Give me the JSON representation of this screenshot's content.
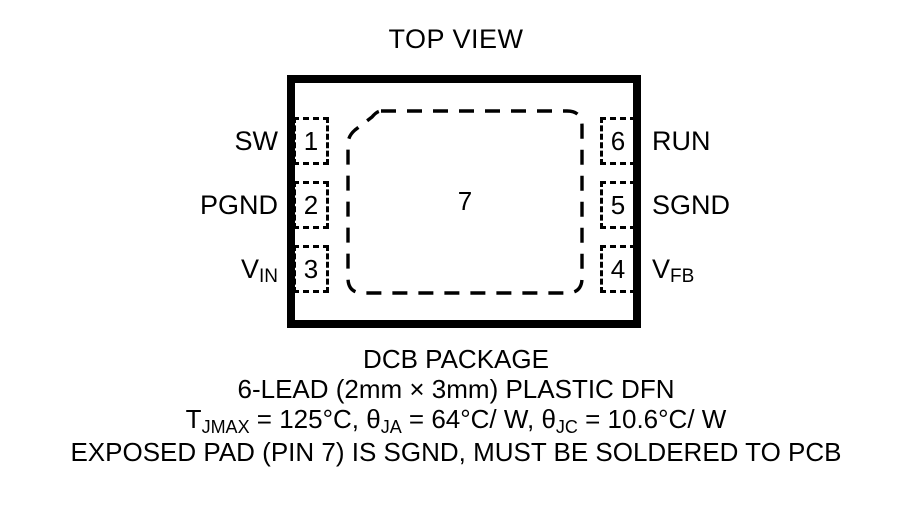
{
  "diagram": {
    "title": "TOP VIEW",
    "package_body": {
      "name": "package-outline",
      "exposed_pad": {
        "number": "7",
        "label": "7"
      }
    },
    "pins": {
      "left": [
        {
          "number": "1",
          "name": "SW",
          "name_sub": ""
        },
        {
          "number": "2",
          "name": "PGND",
          "name_sub": ""
        },
        {
          "number": "3",
          "name": "V",
          "name_sub": "IN"
        }
      ],
      "right": [
        {
          "number": "6",
          "name": "RUN",
          "name_sub": ""
        },
        {
          "number": "5",
          "name": "SGND",
          "name_sub": ""
        },
        {
          "number": "4",
          "name": "V",
          "name_sub": "FB"
        }
      ]
    }
  },
  "caption": {
    "line1": "DCB PACKAGE",
    "line2": "6-LEAD (2mm × 3mm) PLASTIC DFN",
    "line3": {
      "tjmax_symbol": "T",
      "tjmax_sub": "JMAX",
      "tjmax_value": " = 125°C, ",
      "theta_ja_symbol": "θ",
      "theta_ja_sub": "JA",
      "theta_ja_value": " = 64°C/ W, ",
      "theta_jc_symbol": "θ",
      "theta_jc_sub": "JC",
      "theta_jc_value": " = 10.6°C/ W"
    },
    "line4": "EXPOSED PAD (PIN 7) IS SGND, MUST BE SOLDERED TO PCB"
  },
  "colors": {
    "ink": "#000000",
    "background": "#ffffff"
  }
}
